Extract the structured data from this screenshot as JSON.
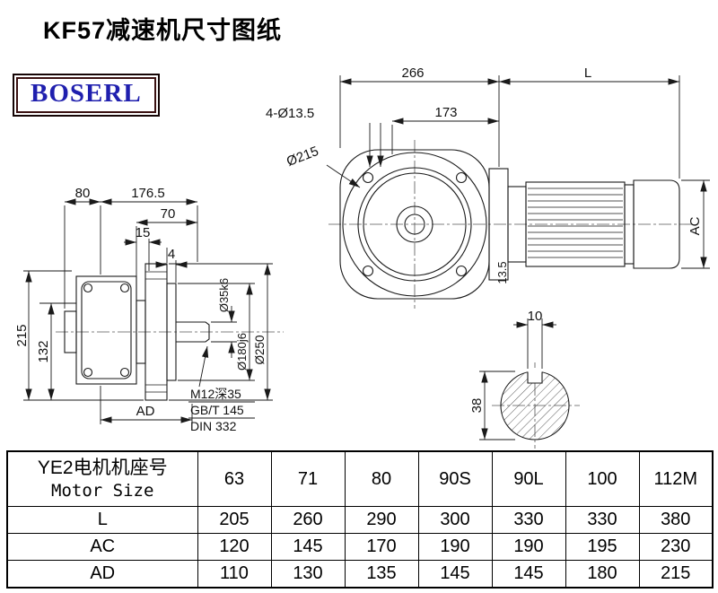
{
  "page": {
    "title": "KF57减速机尺寸图纸",
    "logo": "BOSERL"
  },
  "drawing": {
    "front": {
      "d266": "266",
      "dL": "L",
      "d173": "173",
      "holes": "4-Ø13.5",
      "d215": "Ø215",
      "dAC": "AC",
      "d135": "13.5"
    },
    "side": {
      "d80": "80",
      "d1765": "176.5",
      "d70": "70",
      "d15": "15",
      "d4": "4",
      "d215v": "215",
      "d132": "132",
      "dAD": "AD",
      "shaft_dia": "Ø35k6",
      "spigot_dia": "Ø180j6",
      "flange_dia": "Ø250",
      "note1": "M12深35",
      "note2": "GB/T 145",
      "note3": "DIN 332"
    },
    "key_section": {
      "d10": "10",
      "d38": "38"
    }
  },
  "table": {
    "header_cn": "YE2电机机座号",
    "header_en": "Motor Size",
    "columns": [
      "63",
      "71",
      "80",
      "90S",
      "90L",
      "100",
      "112M"
    ],
    "rows": [
      {
        "label": "L",
        "values": [
          "205",
          "260",
          "290",
          "300",
          "330",
          "330",
          "380"
        ]
      },
      {
        "label": "AC",
        "values": [
          "120",
          "145",
          "170",
          "190",
          "190",
          "195",
          "230"
        ]
      },
      {
        "label": "AD",
        "values": [
          "110",
          "130",
          "135",
          "145",
          "145",
          "180",
          "215"
        ]
      }
    ]
  }
}
